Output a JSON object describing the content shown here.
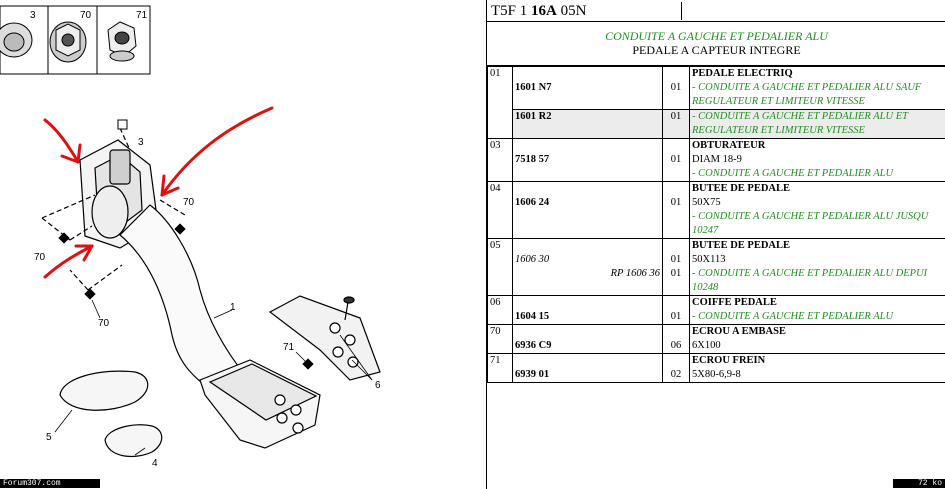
{
  "diagram": {
    "thumbs": [
      {
        "num": "3"
      },
      {
        "num": "70"
      },
      {
        "num": "71"
      }
    ],
    "callouts": {
      "c3": "3",
      "c70a": "70",
      "c70b": "70",
      "c70c": "70",
      "c1": "1",
      "c71": "71",
      "c6": "6",
      "c5": "5",
      "c4": "4"
    },
    "arrow_color": "#e01010"
  },
  "header": {
    "code_prefix": "T5F 1 ",
    "code_bold": "16A",
    "code_suffix": " 05N"
  },
  "title": {
    "line1": "CONDUITE A GAUCHE ET PEDALIER ALU",
    "line2": "PEDALE A CAPTEUR INTEGRE"
  },
  "rows": [
    {
      "pos": "01",
      "refs": [
        {
          "ref": "1601 N7",
          "qty": "01",
          "name": "PEDALE ELECTRIQ",
          "lines": [],
          "green": [
            "- CONDUITE A GAUCHE ET PEDALIER ALU SAUF",
            "REGULATEUR ET LIMITEUR VITESSE"
          ]
        },
        {
          "ref": "1601 R2",
          "qty": "01",
          "name": "",
          "lines": [],
          "green": [
            "- CONDUITE A GAUCHE ET PEDALIER ALU ET",
            "REGULATEUR ET LIMITEUR VITESSE"
          ]
        }
      ]
    },
    {
      "pos": "03",
      "refs": [
        {
          "ref": "7518 57",
          "qty": "01",
          "name": "OBTURATEUR",
          "lines": [
            "DIAM 18-9"
          ],
          "green": [
            "- CONDUITE A GAUCHE ET PEDALIER ALU"
          ]
        }
      ]
    },
    {
      "pos": "04",
      "refs": [
        {
          "ref": "1606 24",
          "qty": "01",
          "name": "BUTEE DE PEDALE",
          "lines": [
            "50X75"
          ],
          "green": [
            "- CONDUITE A GAUCHE ET PEDALIER ALU JUSQU",
            "10247"
          ]
        }
      ]
    },
    {
      "pos": "05",
      "refs": [
        {
          "ref": "1606 30",
          "rp": "RP 1606 36",
          "qty": "01",
          "name": "BUTEE DE PEDALE",
          "lines": [
            "50X113"
          ],
          "green": [
            "- CONDUITE A GAUCHE ET PEDALIER ALU DEPUI",
            "10248"
          ]
        }
      ]
    },
    {
      "pos": "06",
      "refs": [
        {
          "ref": "1604 15",
          "qty": "01",
          "name": "COIFFE PEDALE",
          "lines": [],
          "green": [
            "- CONDUITE A GAUCHE ET PEDALIER ALU"
          ]
        }
      ]
    },
    {
      "pos": "70",
      "refs": [
        {
          "ref": "6936 C9",
          "qty": "06",
          "name": "ECROU A EMBASE",
          "lines": [
            "6X100"
          ],
          "green": []
        }
      ]
    },
    {
      "pos": "71",
      "refs": [
        {
          "ref": "6939 01",
          "qty": "02",
          "name": "ECROU FREIN",
          "lines": [
            "5X80-6,9-8"
          ],
          "green": []
        }
      ]
    }
  ],
  "footer": {
    "left": "Forum307.com",
    "right": "72 ko"
  }
}
